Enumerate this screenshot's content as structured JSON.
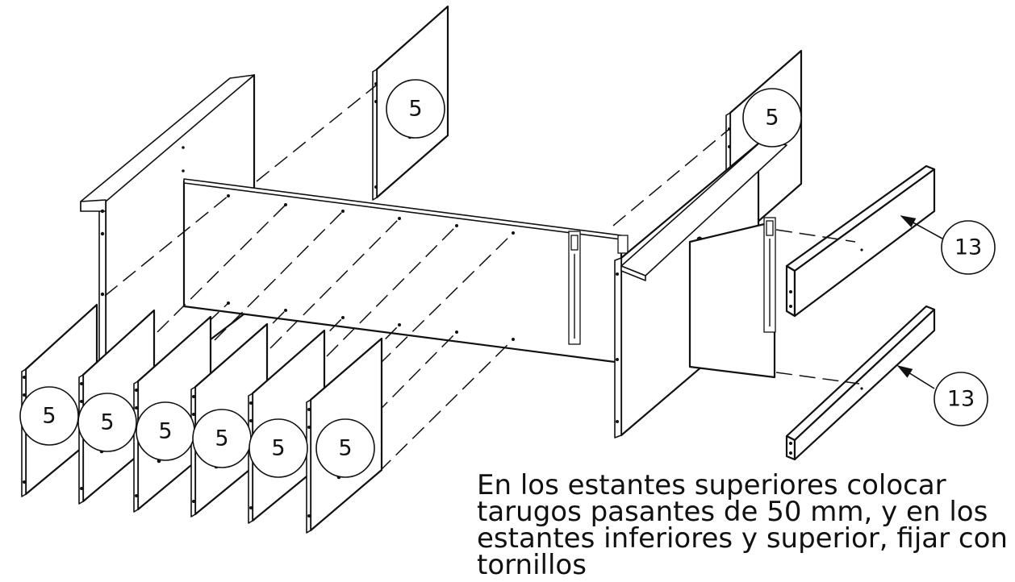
{
  "part_labels": {
    "shelf": "5",
    "rail": "13"
  },
  "instruction": "En los estantes superiores colocar\ntarugos pasantes de 50 mm, y en los\nestantes inferiores y superior, fijar con\ntornillos",
  "colors": {
    "line": "#111111",
    "background": "#ffffff"
  }
}
